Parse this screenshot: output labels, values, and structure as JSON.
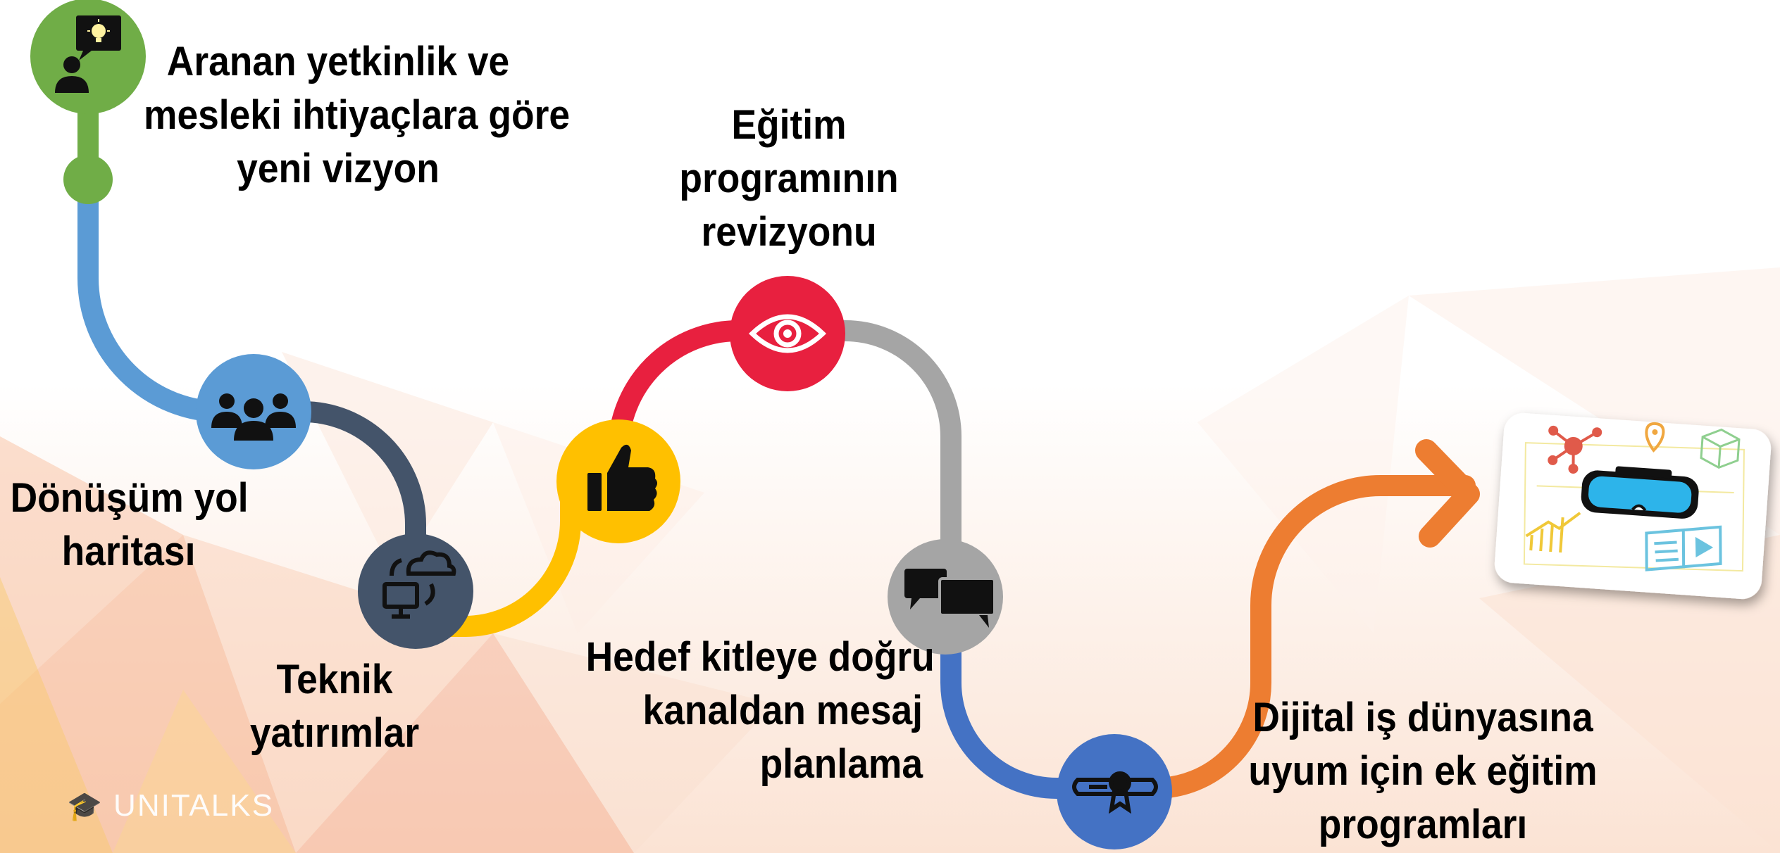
{
  "steps": [
    {
      "label_lines": [
        "Aranan yetkinlik ve",
        "mesleki ihtiyaçlara göre",
        "yeni vizyon"
      ],
      "icon": "person-idea-icon",
      "color": "#70ad47"
    },
    {
      "label_lines": [
        "Dönüşüm yol",
        "haritası"
      ],
      "icon": "group-users-icon",
      "color": "#5b9bd5"
    },
    {
      "label_lines": [
        "Teknik",
        "yatırımlar"
      ],
      "icon": "cloud-computer-sync-icon",
      "color": "#44546a"
    },
    {
      "label_lines": [
        "",
        "",
        ""
      ],
      "icon": "thumbs-up-icon",
      "color": "#ffc000"
    },
    {
      "label_lines": [
        "Eğitim",
        "programının",
        "revizyonu"
      ],
      "icon": "eye-icon",
      "color": "#e8203f"
    },
    {
      "label_lines": [
        "Hedef kitleye doğru",
        "kanaldan mesaj",
        "planlama"
      ],
      "icon": "chat-bubbles-icon",
      "color": "#a5a5a5"
    },
    {
      "label_lines": [
        "Dijital iş dünyasına",
        "uyum için ek eğitim",
        "programları"
      ],
      "icon": "diploma-certificate-icon",
      "color": "#4472c4"
    }
  ],
  "goal": {
    "icon": "vr-headset-illustration-icon",
    "arrow_color": "#ed7d31"
  },
  "logo": {
    "text": "UNITALKS"
  }
}
